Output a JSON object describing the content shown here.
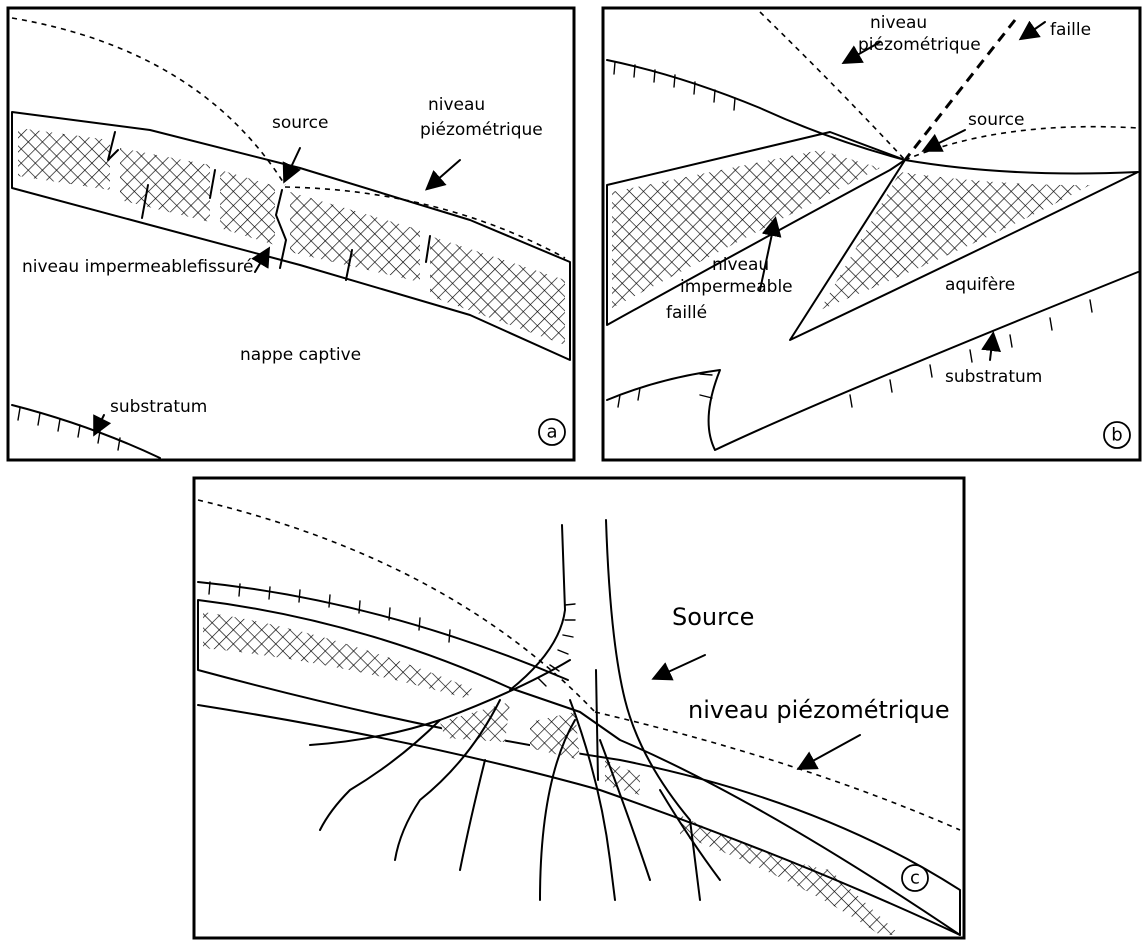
{
  "panel_a": {
    "source": "source",
    "niveau_piezo_1": "niveau",
    "niveau_piezo_2": "piézométrique",
    "niveau_impermeable": "niveau impermeablefissuré",
    "nappe_captive": "nappe captive",
    "substratum": "substratum",
    "tag": "a"
  },
  "panel_b": {
    "niveau_piezo_1": "niveau",
    "niveau_piezo_2": "piézométrique",
    "faille_top": "faille",
    "source": "source",
    "niveau_imp_1": "niveau",
    "niveau_imp_2": "impermeable",
    "niveau_imp_3": "faillé",
    "aquifere": "aquifère",
    "substratum": "substratum",
    "tag": "b"
  },
  "panel_c": {
    "source": "Source",
    "niveau_piezo": "niveau piézométrique",
    "tag": "c"
  }
}
